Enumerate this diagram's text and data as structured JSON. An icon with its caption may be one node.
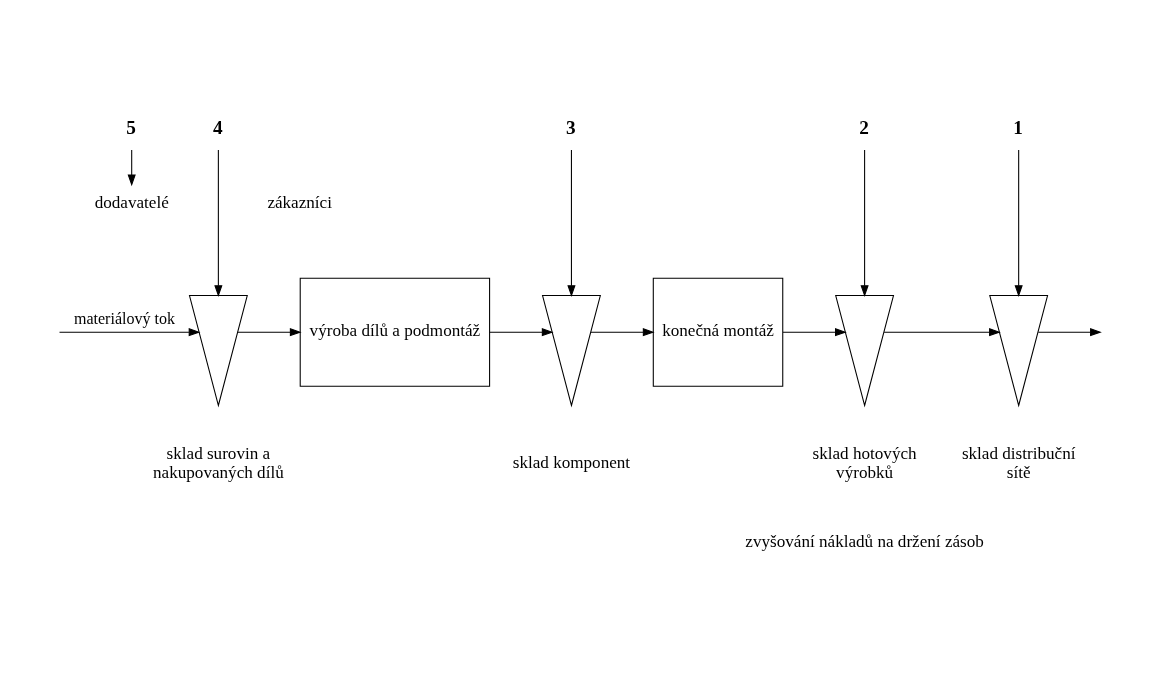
{
  "diagram": {
    "nodes": [
      {
        "text": [
          "5"
        ]
      },
      {
        "text": [
          "4"
        ]
      },
      {
        "text": [
          "3"
        ]
      },
      {
        "text": [
          "2"
        ]
      },
      {
        "text": [
          "1"
        ]
      },
      {
        "text": [
          "dodavatelé"
        ]
      },
      {
        "text": [
          "zákazníci"
        ]
      },
      {
        "text": [],
        "shape": "triangle",
        "beside": [
          "sklad surovin a nakupovaných dílů"
        ]
      },
      {
        "text": [
          "výroba dílů a podmontáž"
        ]
      },
      {
        "text": [],
        "shape": "triangle",
        "beside": [
          "sklad komponent"
        ]
      },
      {
        "text": [
          "konečná montáž"
        ]
      },
      {
        "text": [],
        "shape": "triangle",
        "beside": [
          "sklad hotových výrobků"
        ]
      },
      {
        "text": [],
        "shape": "triangle",
        "beside": [
          "sklad distribuční sítě"
        ]
      }
    ],
    "edges": [
      {
        "from": 0,
        "to": 5,
        "arrow": "to"
      },
      {
        "from": 1,
        "to": 7,
        "arrow": "to"
      },
      {
        "from": 2,
        "to": 9,
        "arrow": "to"
      },
      {
        "from": 3,
        "to": 11,
        "arrow": "to"
      },
      {
        "from": 4,
        "to": 12,
        "arrow": "to"
      },
      {
        "from": null,
        "to": 7,
        "arrow": "to",
        "label": "materiálový tok"
      },
      {
        "from": 7,
        "to": 8,
        "arrow": "to"
      },
      {
        "from": 8,
        "to": 9,
        "arrow": "to"
      },
      {
        "from": 9,
        "to": 10,
        "arrow": "to"
      },
      {
        "from": 10,
        "to": 11,
        "arrow": "to"
      },
      {
        "from": 11,
        "to": 12,
        "arrow": "to"
      },
      {
        "from": 12,
        "to": null,
        "arrow": "to"
      }
    ],
    "labels": [
      "zvyšování nákladů na držení zásob"
    ]
  }
}
